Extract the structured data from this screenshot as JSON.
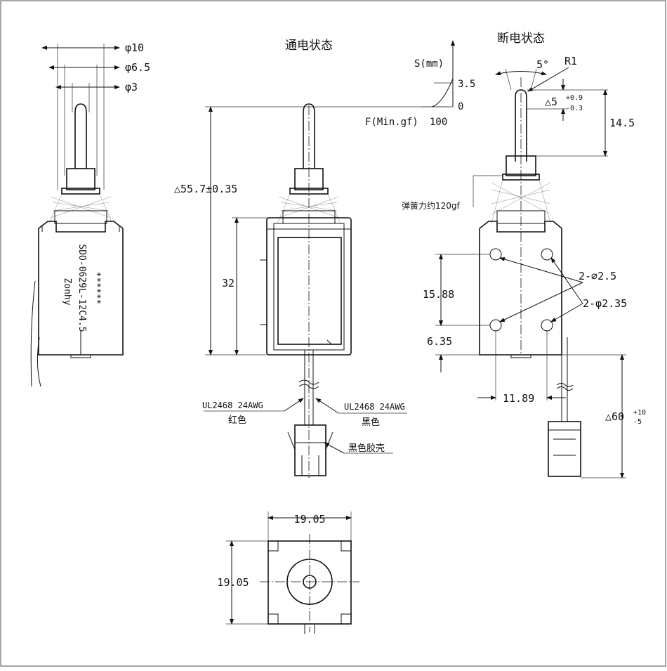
{
  "titles": {
    "energized": "通电状态",
    "deenergized": "断电状态"
  },
  "left_view": {
    "dia_outer": "φ10",
    "dia_mid": "φ6.5",
    "dia_inner": "φ3",
    "brand": "Zonhy",
    "model": "SDO-0629L-12C4.5",
    "serial": "******"
  },
  "middle_view": {
    "overall_length": "△55.7±0.35",
    "body_height": "32",
    "wire_left_spec": "UL2468 24AWG",
    "wire_left_color": "红色",
    "wire_right_spec": "UL2468 24AWG",
    "wire_right_color": "黑色",
    "housing": "黑色胶壳"
  },
  "force_graph": {
    "s_axis": "S(mm)",
    "f_axis": "F(Min.gf)",
    "stroke_max": "3.5",
    "stroke_zero": "0",
    "force_value": "100"
  },
  "right_view": {
    "angle": "5°",
    "radius": "R1",
    "stroke_dim": "△5",
    "stroke_tol_plus": "+0.9",
    "stroke_tol_minus": "-0.3",
    "plunger_ext": "14.5",
    "spring_force": "弹簧力约120gf",
    "hole_a": "2-⌀2.5",
    "hole_b": "2-φ2.35",
    "hole_pitch_v": "15.88",
    "hole_offset": "6.35",
    "hole_pitch_h": "11.89",
    "lead_length": "△60",
    "lead_tol_plus": "+10",
    "lead_tol_minus": "-5"
  },
  "bottom_view": {
    "width": "19.05",
    "height": "19.05"
  }
}
